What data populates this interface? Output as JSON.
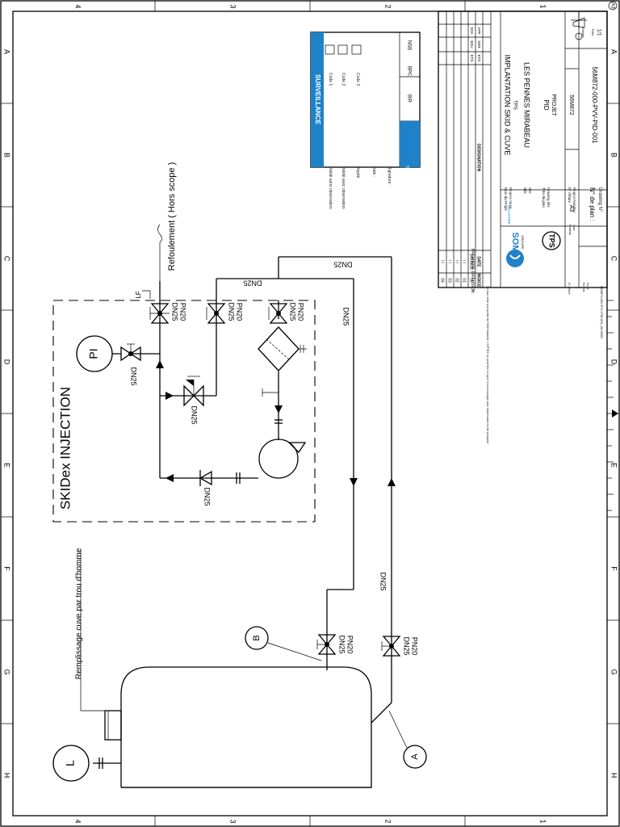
{
  "frame": {
    "top_numbers": [
      "4",
      "3",
      "2",
      "1"
    ],
    "bottom_numbers": [
      "4",
      "3",
      "2",
      "1"
    ],
    "letters": [
      "A",
      "B",
      "C",
      "D",
      "E",
      "F",
      "G",
      "H"
    ],
    "corner_mark": "A3"
  },
  "diagram": {
    "title": "SKIDex INJECTION",
    "instruments": {
      "pi": "PI",
      "level": "L"
    },
    "callouts": {
      "b": "B",
      "a": "A"
    },
    "labels": {
      "refoulement": "Refoulement ( Hors scope )",
      "remplissage": "Remplissage cuve par trou d'homme",
      "lf": "LF",
      "dn25": "DN25",
      "pn20": "PN20"
    }
  },
  "surveillance": {
    "title": "SURVEILLANCE",
    "rows": [
      "Validé sans observation",
      "Validé avec observation",
      "Rejeté",
      "Date :",
      "Signature :"
    ],
    "codes": [
      "Code 1",
      "Code 2",
      "Code 3"
    ],
    "statut": "Statut de la dernière révision",
    "statut_values": [
      "BIR",
      "BPC",
      "NSB"
    ]
  },
  "cartouche": {
    "company": "SOM",
    "group": "GROUPE",
    "industrie": "INDUSTRIE",
    "client_logo": "TPS",
    "nom_projet_label": "Nom du Projet",
    "nom_projet_label2": "Project name",
    "site_label": "Site",
    "site_label2": "Site",
    "titre_label": "Titre du plan",
    "titre_label2": "Drawing title",
    "project_name": "IMPLANTATION SKID & CUVE",
    "project_sub": "TPS",
    "site": "LES PENNES MIRABEAU",
    "drawing_title": "PID",
    "drawing_sub": "PROJET",
    "affaire_label": "N° Affaire",
    "affaire_label2": "Project Number",
    "affaire": "56M872",
    "format_label": "Format",
    "format_label2": "Size",
    "format": "A3",
    "plan_label": "N° de plan :",
    "plan_label2": "Drawing N°",
    "plan": "56M872-000-PVV-PID-001",
    "echelle_label": "Echelle",
    "echelle_label2": "Scale",
    "folio_label": "Folio",
    "folio": "1/1",
    "filename": "56M872-000-PVV-PID-001_00.DWG",
    "rev_header": [
      "INDICE",
      "DATE",
      "DESIGNATION"
    ],
    "rev_rows": [
      {
        "ind": "00",
        "date": "14/03/22",
        "designation": "PREMIERE DIFFUSION",
        "ets": "ETS",
        "ver": "BSU",
        "app": "SDA"
      },
      {
        "ind": "01",
        "date": "/ /",
        "designation": "",
        "ets": "",
        "ver": "",
        "app": ""
      },
      {
        "ind": "02",
        "date": "/ /",
        "designation": "",
        "ets": "",
        "ver": "",
        "app": ""
      },
      {
        "ind": "03",
        "date": "/ /",
        "designation": "",
        "ets": "",
        "ver": "",
        "app": ""
      },
      {
        "ind": "04",
        "date": "/ /",
        "designation": "",
        "ets": "",
        "ver": "",
        "app": ""
      }
    ],
    "rev_cols": [
      "ETS",
      "VER",
      "APP"
    ],
    "property_note": "Ce plan reste la propriété de SOM Industrie. L'OPTEC ne peut être ni copié ni communiqué sans l'autorisation écrite préalable"
  }
}
